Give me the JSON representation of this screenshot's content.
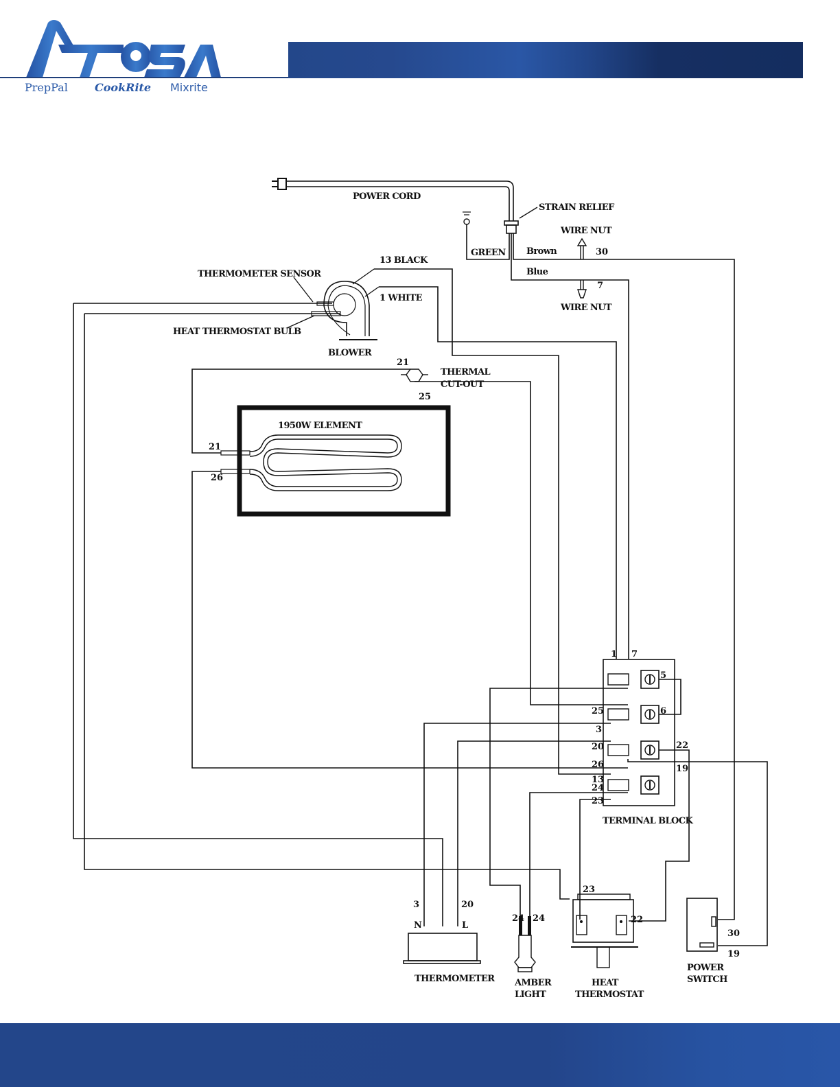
{
  "brand": {
    "name": "ATOSA",
    "sub_brands": [
      "PrepPal",
      "CookRite",
      "Mixrite"
    ],
    "primary_color": "#2b5aa8",
    "header_bar_color": "#23478a",
    "footer_bar_color": "#23468a"
  },
  "diagram": {
    "title": "Wiring Diagram",
    "components": {
      "power_cord": "POWER CORD",
      "strain_relief": "STRAIN RELIEF",
      "ground_wire": "GREEN",
      "brown_wire": "Brown",
      "blue_wire": "Blue",
      "wire_nut_top": "WIRE NUT",
      "wire_nut_bottom": "WIRE NUT",
      "thermometer_sensor": "THERMOMETER SENSOR",
      "heat_thermostat_bulb": "HEAT THERMOSTAT BULB",
      "blower": "BLOWER",
      "blower_black": "13 BLACK",
      "blower_white": "1 WHITE",
      "thermal_cutout_line1": "THERMAL",
      "thermal_cutout_line2": "CUT-OUT",
      "element": "1950W ELEMENT",
      "terminal_block": "TERMINAL BLOCK",
      "thermometer": "THERMOMETER",
      "amber_light_line1": "AMBER",
      "amber_light_line2": "LIGHT",
      "heat_thermostat_line1": "HEAT",
      "heat_thermostat_line2": "THERMOSTAT",
      "power_switch_line1": "POWER",
      "power_switch_line2": "SWITCH",
      "thermometer_n": "N",
      "thermometer_l": "L"
    },
    "wire_numbers": {
      "brown": "30",
      "blue": "7",
      "cutout_in": "21",
      "cutout_out": "25",
      "element_a": "21",
      "element_b": "26",
      "tb_1": "1",
      "tb_7": "7",
      "tb_5": "5",
      "tb_6": "6",
      "tb_25": "25",
      "tb_3": "3",
      "tb_20": "20",
      "tb_22": "22",
      "tb_19": "19",
      "tb_26": "26",
      "tb_13": "13",
      "tb_24": "24",
      "tb_23": "23",
      "thermo_3": "3",
      "thermo_20": "20",
      "amber_24a": "24",
      "amber_24b": "24",
      "thermostat_23": "23",
      "thermostat_22": "22",
      "switch_30": "30",
      "switch_19": "19"
    }
  }
}
